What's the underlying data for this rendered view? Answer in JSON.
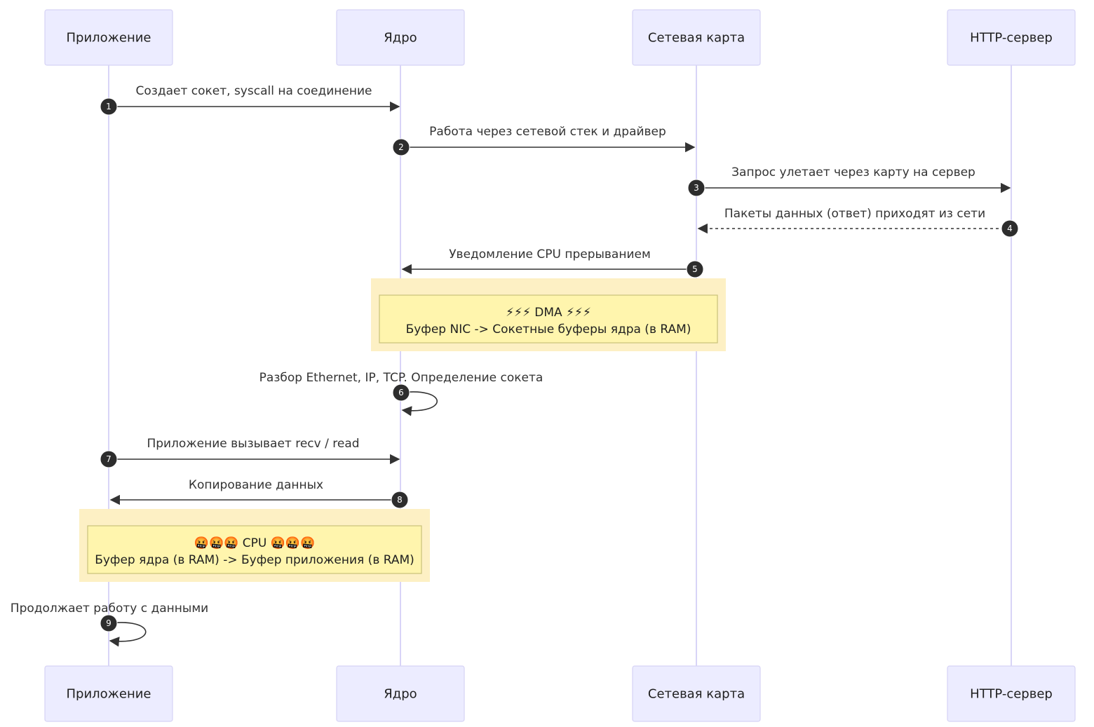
{
  "participants": [
    {
      "id": "app",
      "label": "Приложение"
    },
    {
      "id": "kernel",
      "label": "Ядро"
    },
    {
      "id": "nic",
      "label": "Сетевая карта"
    },
    {
      "id": "http",
      "label": "HTTP-сервер"
    }
  ],
  "messages": [
    {
      "n": "1",
      "from": "app",
      "to": "kernel",
      "text": "Создает сокет, syscall на соединение",
      "style": "solid"
    },
    {
      "n": "2",
      "from": "kernel",
      "to": "nic",
      "text": "Работа через сетевой стек и драйвер",
      "style": "solid"
    },
    {
      "n": "3",
      "from": "nic",
      "to": "http",
      "text": "Запрос улетает через карту на сервер",
      "style": "solid"
    },
    {
      "n": "4",
      "from": "http",
      "to": "nic",
      "text": "Пакеты данных (ответ) приходят из сети",
      "style": "dashed"
    },
    {
      "n": "5",
      "from": "nic",
      "to": "kernel",
      "text": "Уведомление CPU прерыванием",
      "style": "solid"
    },
    {
      "n": "6",
      "from": "kernel",
      "to": "kernel",
      "text": "Разбор Ethernet, IP, TCP. Определение сокета",
      "style": "solid"
    },
    {
      "n": "7",
      "from": "app",
      "to": "kernel",
      "text": "Приложение вызывает recv / read",
      "style": "solid"
    },
    {
      "n": "8",
      "from": "kernel",
      "to": "app",
      "text": "Копирование данных",
      "style": "solid"
    },
    {
      "n": "9",
      "from": "app",
      "to": "app",
      "text": "Продолжает работу с данными",
      "style": "solid"
    }
  ],
  "notes": [
    {
      "line1": "⚡⚡⚡ DMA ⚡⚡⚡",
      "line2": "Буфер NIC -> Сокетные буферы ядра (в RAM)"
    },
    {
      "line1": "🤬🤬🤬 CPU 🤬🤬🤬",
      "line2": "Буфер ядра (в RAM) -> Буфер приложения (в RAM)"
    }
  ]
}
